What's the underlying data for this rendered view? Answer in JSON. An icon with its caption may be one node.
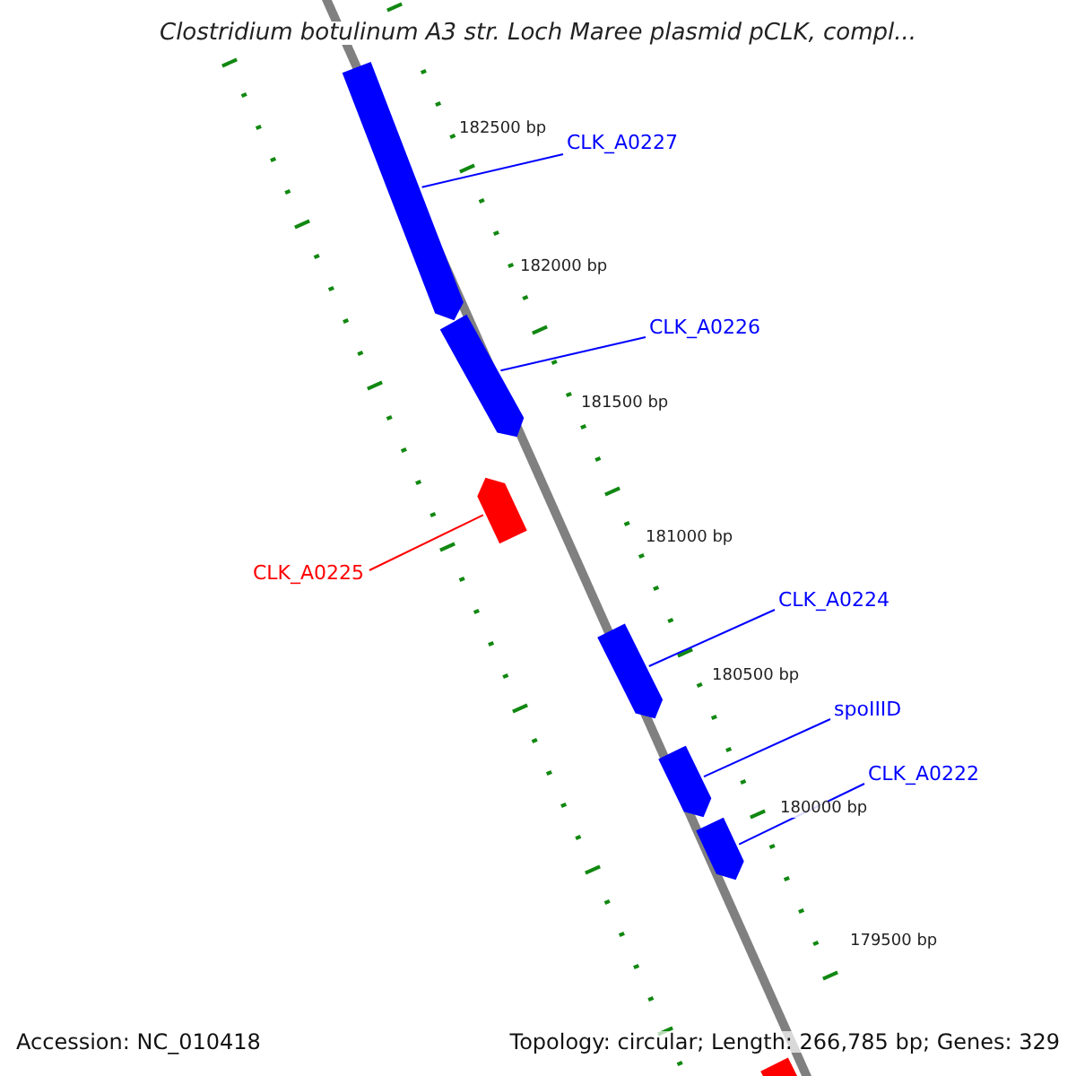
{
  "diagram": {
    "title": "Clostridium botulinum A3 str. Loch Maree plasmid pCLK, compl...",
    "nodes": [
      {
        "text": [
          "CLK_A0227"
        ]
      },
      {
        "text": [],
        "shape": "bar"
      },
      {
        "text": [
          "CLK_A0226"
        ]
      },
      {
        "text": [],
        "shape": "bar"
      },
      {
        "text": [
          "CLK_A0225"
        ]
      },
      {
        "text": [],
        "shape": "bar"
      },
      {
        "text": [
          "CLK_A0224"
        ]
      },
      {
        "text": [],
        "shape": "bar"
      },
      {
        "text": [
          "spoIIID"
        ]
      },
      {
        "text": [],
        "shape": "bar"
      },
      {
        "text": [
          "CLK_A0222"
        ]
      },
      {
        "text": [],
        "shape": "bar"
      },
      {
        "text": [],
        "shape": "bar"
      }
    ],
    "edges": [
      {
        "from": 0,
        "to": 1,
        "arrow": "none"
      },
      {
        "from": 2,
        "to": 3,
        "arrow": "none"
      },
      {
        "from": 4,
        "to": 5,
        "arrow": "none",
        "color": "#ff0000"
      },
      {
        "from": 6,
        "to": 7,
        "arrow": "none"
      },
      {
        "from": 8,
        "to": 9,
        "arrow": "none"
      },
      {
        "from": 10,
        "to": 11,
        "arrow": "none"
      }
    ],
    "labels": [
      "182500 bp",
      "182000 bp",
      "181500 bp",
      "181000 bp",
      "180500 bp",
      "180000 bp",
      "179500 bp",
      "Accession: NC_010418",
      "Topology: circular; Length: 266,785 bp; Genes: 329"
    ]
  }
}
